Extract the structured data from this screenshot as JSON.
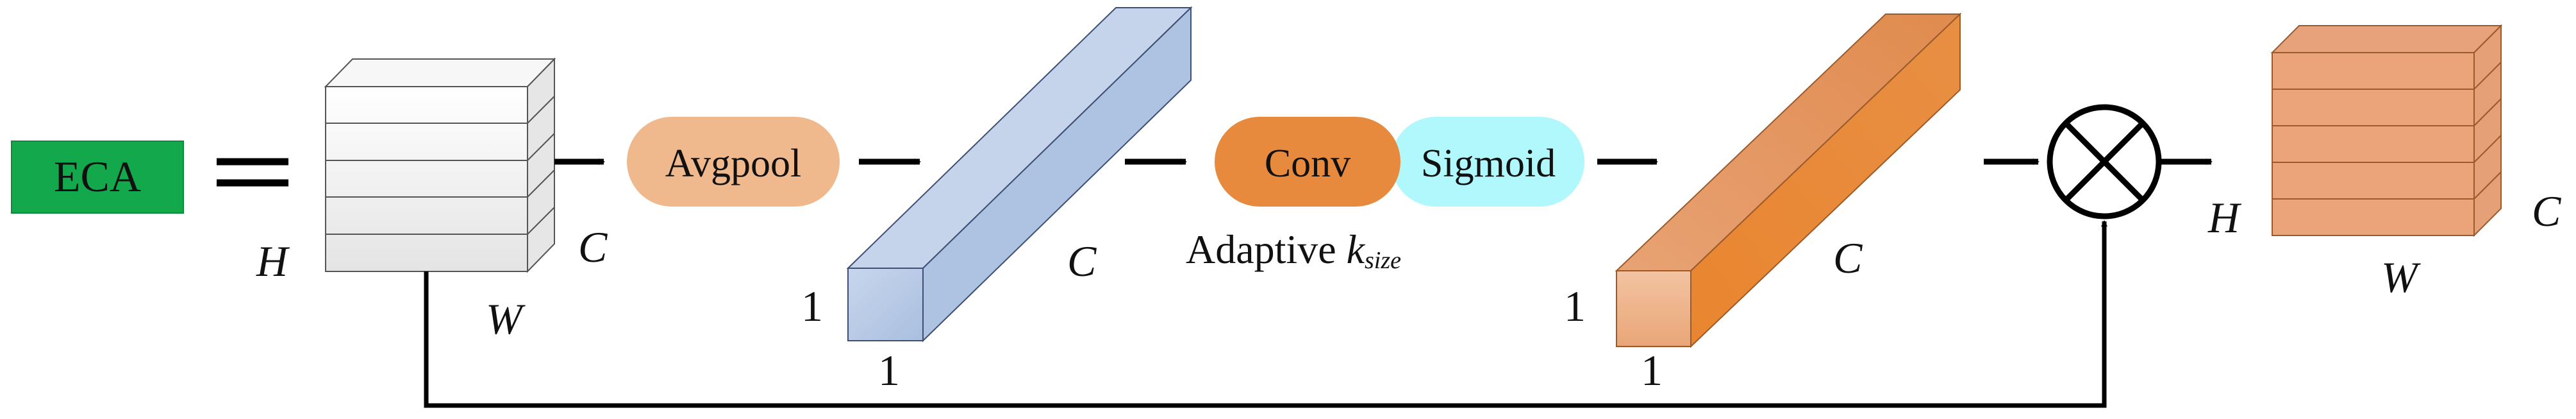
{
  "title_box": {
    "label": "ECA",
    "color": "#13a84b"
  },
  "equals": "=",
  "input_tensor": {
    "h": "H",
    "w": "W",
    "c": "C",
    "face_color": "#eeeeee"
  },
  "avgpool": {
    "label": "Avgpool",
    "color": "#f0b98d"
  },
  "pooled_vector": {
    "c": "C",
    "dim1": "1",
    "dim2": "1",
    "color": "#b8c9e4"
  },
  "conv": {
    "label": "Conv",
    "color": "#e78a3e"
  },
  "sigmoid": {
    "label": "Sigmoid",
    "color": "#b0f8fb"
  },
  "adaptive": {
    "prefix": "Adaptive ",
    "k": "k",
    "sub": "size"
  },
  "weights_vector": {
    "c": "C",
    "dim1": "1",
    "dim2": "1",
    "color": "#e9924a"
  },
  "multiply": {
    "symbol": "⊗",
    "icon": "circle-times-icon"
  },
  "output_tensor": {
    "h": "H",
    "w": "W",
    "c": "C",
    "color": "#eba37a"
  }
}
